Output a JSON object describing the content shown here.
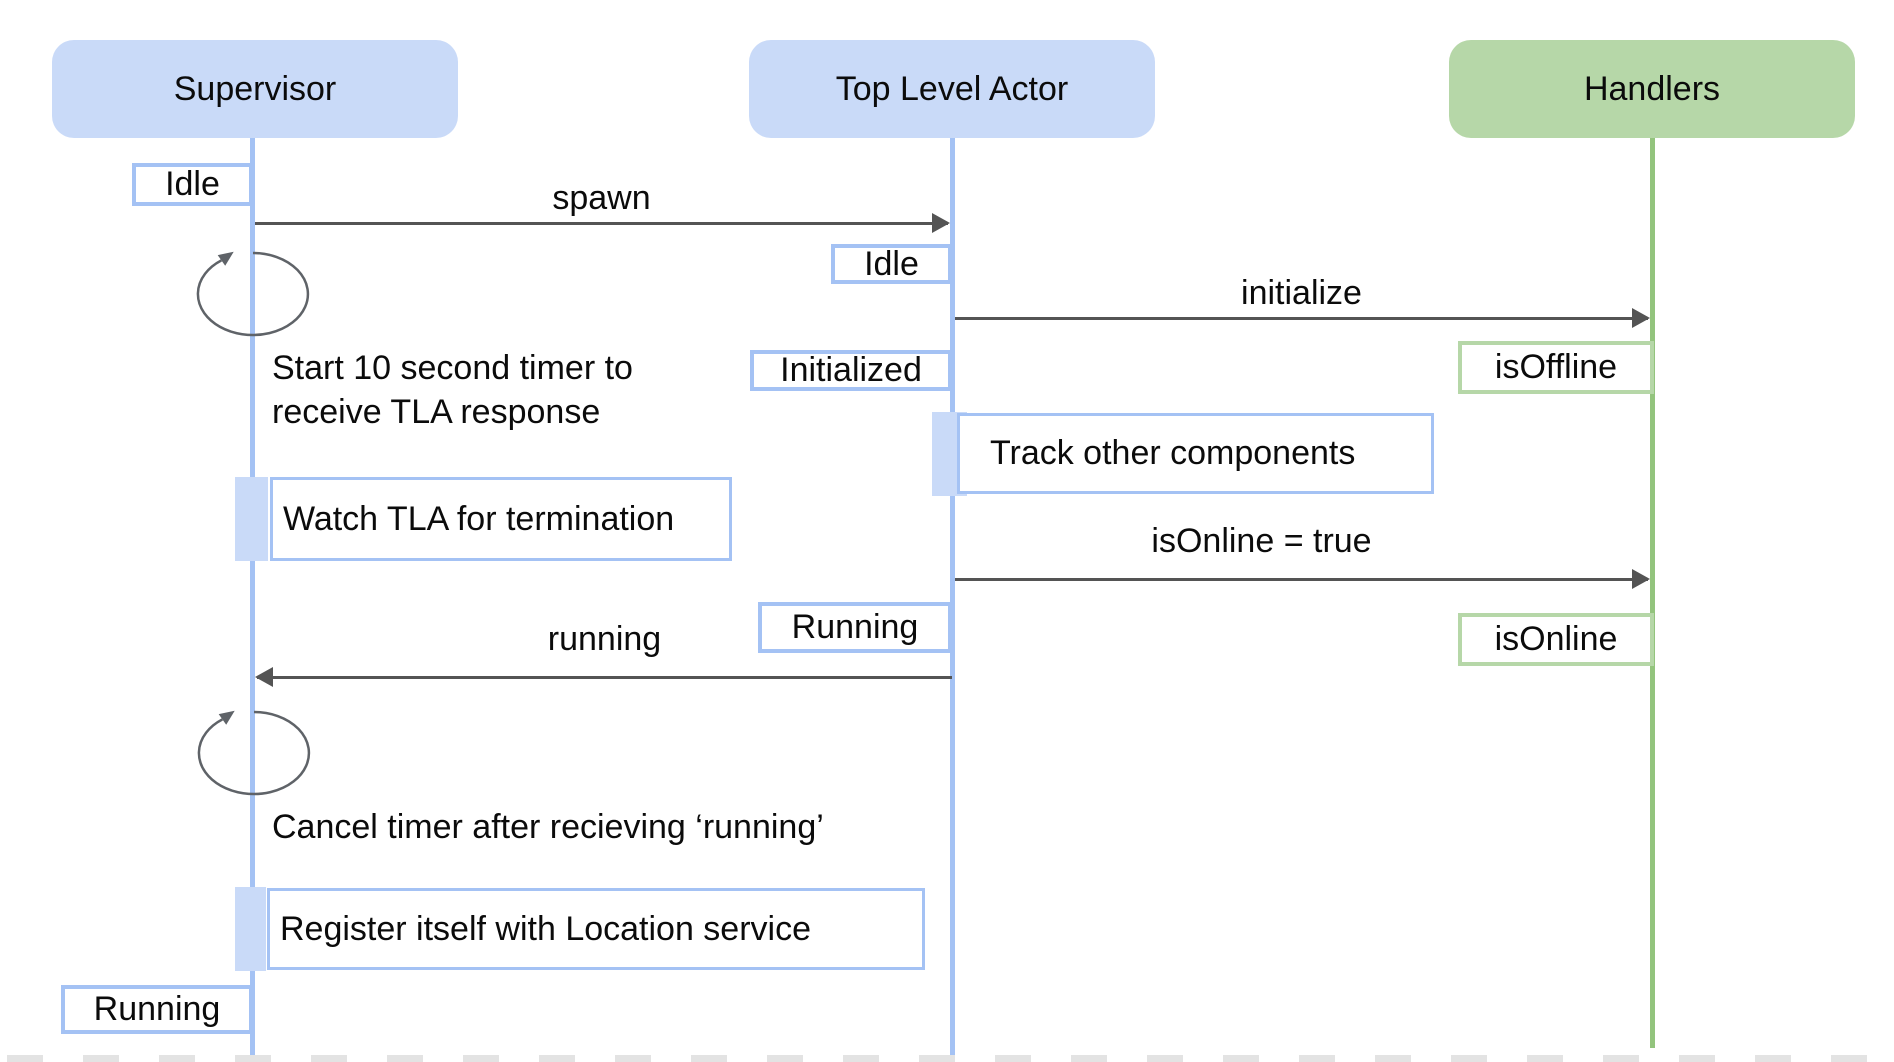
{
  "actors": {
    "supervisor": {
      "label": "Supervisor"
    },
    "top_level_actor": {
      "label": "Top Level Actor"
    },
    "handlers": {
      "label": "Handlers"
    }
  },
  "states": {
    "supervisor_idle": "Idle",
    "tla_idle": "Idle",
    "tla_initialized": "Initialized",
    "handlers_isoffline": "isOffline",
    "tla_running": "Running",
    "handlers_isonline": "isOnline",
    "supervisor_running": "Running"
  },
  "messages": {
    "spawn": "spawn",
    "initialize": "initialize",
    "isonline_true": "isOnline = true",
    "running": "running"
  },
  "activities": {
    "track_components": "Track other components",
    "watch_tla": "Watch TLA for termination",
    "register_location": "Register itself with Location service"
  },
  "notes": {
    "start_timer_line1": "Start 10 second timer to",
    "start_timer_line2": "receive TLA response",
    "cancel_timer": "Cancel timer after recieving ‘running’"
  },
  "colors": {
    "actor_blue_fill": "#c9daf8",
    "blue_border": "#a4c2f4",
    "actor_green_fill": "#b6d7a8",
    "green_lifeline": "#93c47d",
    "arrow_gray": "#545454"
  }
}
